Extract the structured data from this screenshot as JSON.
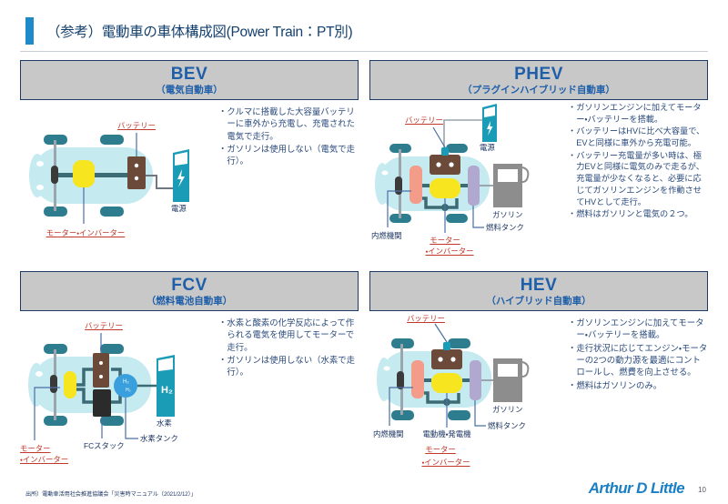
{
  "slide": {
    "title": "（参考）電動車の車体構成図(Power Train：PT別)",
    "accent_color": "#1f8ac9",
    "title_color": "#14406e",
    "header_bg": "#c8c8c8",
    "header_border": "#1f3864",
    "header_text_color": "#1f5fa9",
    "body_color": "#ffffff"
  },
  "quadrants": [
    {
      "key": "bev",
      "abbr": "BEV",
      "jp": "（電気自動車）",
      "labels": {
        "battery": "バッテリー",
        "motor_inverter": "モーター・インバーター",
        "power_source": "電源"
      },
      "bullets": [
        "クルマに搭載した大容量バッテリーに車外から充電し、充電された電気で走行。",
        "ガソリンは使用しない（電気で走行）。"
      ]
    },
    {
      "key": "phev",
      "abbr": "PHEV",
      "jp": "（プラグインハイブリッド自動車）",
      "labels": {
        "battery": "バッテリー",
        "motor_inverter_l1": "モーター",
        "motor_inverter_l2": "・インバーター",
        "engine": "内燃機関",
        "fuel_tank": "燃料タンク",
        "gasoline": "ガソリン",
        "power_source": "電源"
      },
      "bullets": [
        "ガソリンエンジンに加えてモーター・バッテリーを搭載。",
        "バッテリーはHVに比べ大容量で、EVと同様に車外から充電可能。",
        "バッテリー充電量が多い時は、極力EVと同様に電気のみで走るが、充電量が少なくなると、必要に応じてガソリンエンジンを作動させてHVとして走行。",
        "燃料はガソリンと電気の２つ。"
      ]
    },
    {
      "key": "fcv",
      "abbr": "FCV",
      "jp": "（燃料電池自動車）",
      "labels": {
        "battery": "バッテリー",
        "motor_inverter_l1": "モーター",
        "motor_inverter_l2": "・インバーター",
        "fc_stack": "FCスタック",
        "hydrogen_tank": "水素タンク",
        "hydrogen_station": "水素",
        "h2_symbol": "H₂"
      },
      "bullets": [
        "水素と酸素の化学反応によって作られる電気を使用してモーターで走行。",
        "ガソリンは使用しない（水素で走行）。"
      ]
    },
    {
      "key": "hev",
      "abbr": "HEV",
      "jp": "（ハイブリッド自動車）",
      "labels": {
        "battery": "バッテリー",
        "motor_inverter_l1": "モーター",
        "motor_inverter_l2": "・インバーター",
        "engine": "内燃機関",
        "motor_generator": "電動機・発電機",
        "fuel_tank": "燃料タンク",
        "gasoline": "ガソリン"
      },
      "bullets": [
        "ガソリンエンジンに加えてモーター・バッテリーを搭載。",
        "走行状況に応じてエンジン・モーターの2つの動力源を最適にコントロールし、燃費を向上させる。",
        "燃料はガソリンのみ。"
      ]
    }
  ],
  "footer": {
    "source": "出所）電動車活用社会推進協議会「災害時マニュアル（2021/2/12）」",
    "logo": "Arthur D Little",
    "page_number": "10"
  },
  "palette": {
    "car_body": "#c5eaf0",
    "wheel": "#2e7d8f",
    "motor_yellow": "#f7e520",
    "battery_brown": "#6b4a3a",
    "engine_salmon": "#f49c8a",
    "tank_purple": "#b0a8cf",
    "fc_stack_black": "#2b2b2b",
    "hydrogen_blue": "#3aa0dd",
    "station_teal": "#1a9cb7",
    "pump_gray": "#8d8d8d",
    "axle": "#3d6b75",
    "leader": "#4a6fa5"
  }
}
